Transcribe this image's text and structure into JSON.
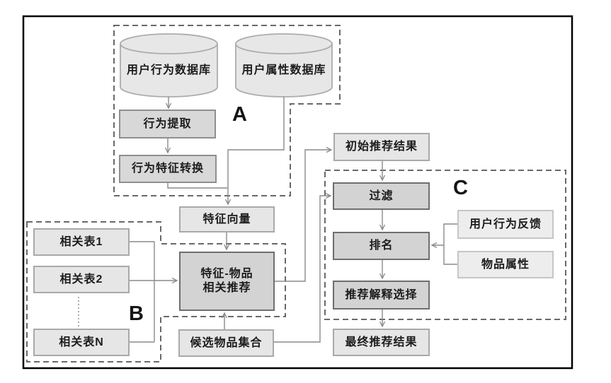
{
  "diagram": {
    "regions": {
      "a": "A",
      "b": "B",
      "c": "C"
    },
    "nodes": {
      "user_behavior_db": "用户行为数据库",
      "user_attr_db": "用户属性数据库",
      "behavior_extract": "行为提取",
      "behavior_feature_convert": "行为特征转换",
      "feature_vector": "特征向量",
      "related_table_1": "相关表1",
      "related_table_2": "相关表2",
      "related_table_n": "相关表N",
      "feature_item_rec_line1": "特征-物品",
      "feature_item_rec_line2": "相关推荐",
      "candidate_item_set": "候选物品集合",
      "initial_rec_result": "初始推荐结果",
      "filter": "过滤",
      "ranking": "排名",
      "rec_explain_select": "推荐解释选择",
      "final_rec_result": "最终推荐结果",
      "user_behavior_feedback": "用户行为反馈",
      "item_attributes": "物品属性"
    },
    "colors": {
      "connector_line": "#8a8a8a",
      "dashed_region": "#696969",
      "frame": "#000000",
      "box_light": "#e6e6e6",
      "box_mid": "#d8d8d8",
      "box_dark": "#d3d3d3",
      "box_xlight": "#ededed"
    }
  }
}
